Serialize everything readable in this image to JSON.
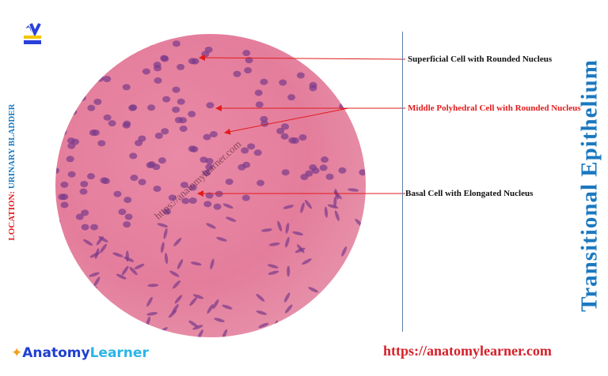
{
  "title": "Transitional Epithelium",
  "location": {
    "prefix": "LOCATION:",
    "value": "URINARY  BLADDER"
  },
  "labels": {
    "superficial": "Superficial Cell with Rounded Nucleus",
    "middle": "Middle Polyhedral Cell with Rounded Nucleus",
    "basal": "Basal Cell with Elongated Nucleus"
  },
  "watermark": "https://anatomylearner.com",
  "website": "https://anatomylearner.com",
  "brand": {
    "part1": "Anatomy",
    "part2": "Learner"
  },
  "logo_text": "ANATOMY LEARNER",
  "colors": {
    "title": "#1a78c0",
    "red": "#e21b1b",
    "tissue": "#e47d9c",
    "nuclei": "#7a3a8a"
  }
}
